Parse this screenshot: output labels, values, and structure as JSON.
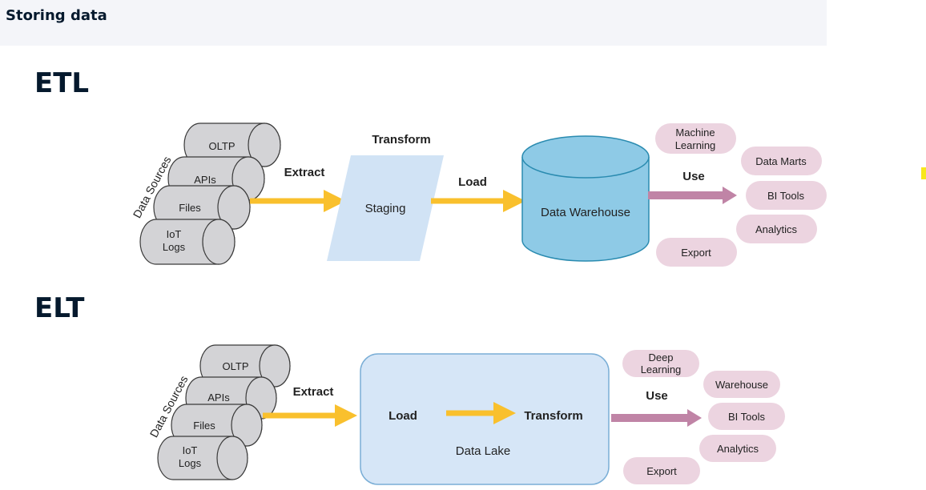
{
  "header": {
    "title": "Storing data"
  },
  "etl": {
    "heading": "ETL",
    "data_sources_label": "Data Sources",
    "sources": [
      {
        "label": "OLTP"
      },
      {
        "label": "APIs"
      },
      {
        "label": "Files"
      },
      {
        "label_line1": "IoT",
        "label_line2": "Logs"
      }
    ],
    "extract": "Extract",
    "transform": "Transform",
    "staging": "Staging",
    "load": "Load",
    "warehouse": "Data Warehouse",
    "use": "Use",
    "outputs": {
      "ml_line1": "Machine",
      "ml_line2": "Learning",
      "data_marts": "Data Marts",
      "bi_tools": "BI Tools",
      "analytics": "Analytics",
      "export": "Export"
    }
  },
  "elt": {
    "heading": "ELT",
    "data_sources_label": "Data Sources",
    "sources": [
      {
        "label": "OLTP"
      },
      {
        "label": "APIs"
      },
      {
        "label": "Files"
      },
      {
        "label_line1": "IoT",
        "label_line2": "Logs"
      }
    ],
    "extract": "Extract",
    "load": "Load",
    "transform": "Transform",
    "lake": "Data Lake",
    "use": "Use",
    "outputs": {
      "dl_line1": "Deep",
      "dl_line2": "Learning",
      "warehouse": "Warehouse",
      "bi_tools": "BI Tools",
      "analytics": "Analytics",
      "export": "Export"
    }
  },
  "colors": {
    "cylinder_fill": "#d3d3d6",
    "staging_fill": "#d1e3f5",
    "warehouse_fill": "#8ecae6",
    "lake_fill": "#d6e6f7",
    "arrow_yellow": "#f9c02d",
    "arrow_purple": "#c084a6",
    "pill_fill": "#ecd4e0"
  }
}
